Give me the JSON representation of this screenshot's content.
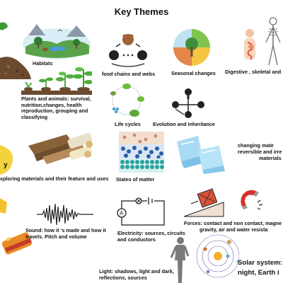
{
  "title": "Key Themes",
  "labels": {
    "habitats": "Habitats",
    "food_chains": "food chains and webs",
    "seasonal": "Seasonal changes",
    "digestive": "Digestive , skeletal and",
    "plants_animals": "Plants and animals: survival, nutrition,changes, health reproduction, grouping and classifying",
    "life_cycles": "Life cycles",
    "evolution": "Evolution and inheritance",
    "changing_materials_1": "changing mate",
    "changing_materials_2": "reversible and irre",
    "changing_materials_3": "materials",
    "exploring_materials": "xploring materials and their feature and uses",
    "states_of_matter": "States of matter",
    "sound": "Sound: how it ‘s made and how it travels.  Pitch and volume",
    "electricity": "Electricity: sources, circuits and conductors",
    "forces_1": "Forces: contact and non contact, magne",
    "forces_2": "gravity, air and water resista",
    "light": "Light: shadows, light and dark, reflections, sources",
    "solar_1": "Solar system:",
    "solar_2": "night, Earth i",
    "edge_letter": "y"
  },
  "colors": {
    "soil": "#6b4a2f",
    "leaf": "#4caf3a",
    "ice": "#9fd3f0",
    "water_blue": "#2d5fa8",
    "water_teal": "#29a3a0",
    "sand": "#c98d6a",
    "cup": "#e8c84a",
    "magnet_red": "#d9302c",
    "box": "#d9523a",
    "orbit": "#7a6bb0"
  }
}
